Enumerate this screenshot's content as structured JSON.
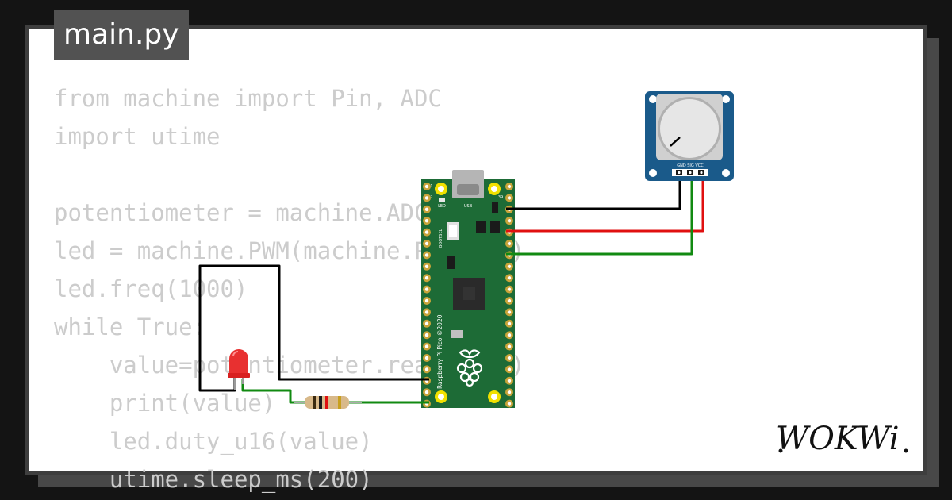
{
  "file_tab": {
    "label": "main.py"
  },
  "code": {
    "lines": [
      "from machine import Pin, ADC",
      "import utime",
      "",
      "potentiometer = machine.ADC(26)",
      "led = machine.PWM(machine.Pin(15))",
      "led.freq(1000)",
      "while True:",
      "    value=potentiometer.read_u16()",
      "    print(value)",
      "    led.duty_u16(value)",
      "    utime.sleep_ms(200)"
    ]
  },
  "board": {
    "silkscreen": "Raspberry Pi Pico ©2020",
    "bootsel_label": "BOOTSEL",
    "led_label": "LED",
    "usb_label": "USB",
    "pin_1": "1",
    "pin_2": "2",
    "pin_39": "39"
  },
  "potentiometer": {
    "pin_labels": "GND SIG VCC"
  },
  "logo": {
    "text": "WOKWi"
  },
  "colors": {
    "board_green": "#1d6b36",
    "pot_blue": "#1a5a8a",
    "wire_black": "#000000",
    "wire_red": "#e01010",
    "wire_green": "#118a11",
    "led_red": "#e83030",
    "code_gray": "#cccccc",
    "tab_bg": "#525252"
  }
}
